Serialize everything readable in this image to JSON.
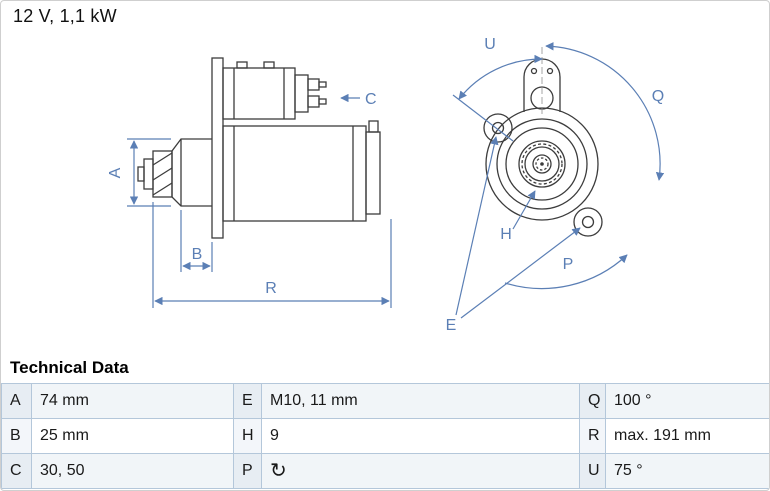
{
  "theme": {
    "accent": "#5b7fb5",
    "line": "#3c3c3c",
    "table-border": "#b4c7da",
    "row-odd": "#f1f5f8",
    "row-even": "#ffffff",
    "label-odd": "#e7edf3",
    "label-even": "#f3f6fa"
  },
  "header": {
    "title": "12 V, 1,1 kW"
  },
  "diagram": {
    "labels": {
      "A": "A",
      "B": "B",
      "C": "C",
      "R": "R",
      "U": "U",
      "Q": "Q",
      "H": "H",
      "P": "P",
      "E": "E"
    }
  },
  "technical_data": {
    "heading": "Technical Data",
    "rows": [
      [
        {
          "key": "A",
          "value": "74 mm"
        },
        {
          "key": "E",
          "value": "M10, 11 mm"
        },
        {
          "key": "Q",
          "value": "100 °"
        }
      ],
      [
        {
          "key": "B",
          "value": "25 mm"
        },
        {
          "key": "H",
          "value": "9"
        },
        {
          "key": "R",
          "value": "max. 191 mm"
        }
      ],
      [
        {
          "key": "C",
          "value": "30, 50"
        },
        {
          "key": "P",
          "value": "↻",
          "icon": "rotation-direction-icon"
        },
        {
          "key": "U",
          "value": "75 °"
        }
      ]
    ]
  }
}
